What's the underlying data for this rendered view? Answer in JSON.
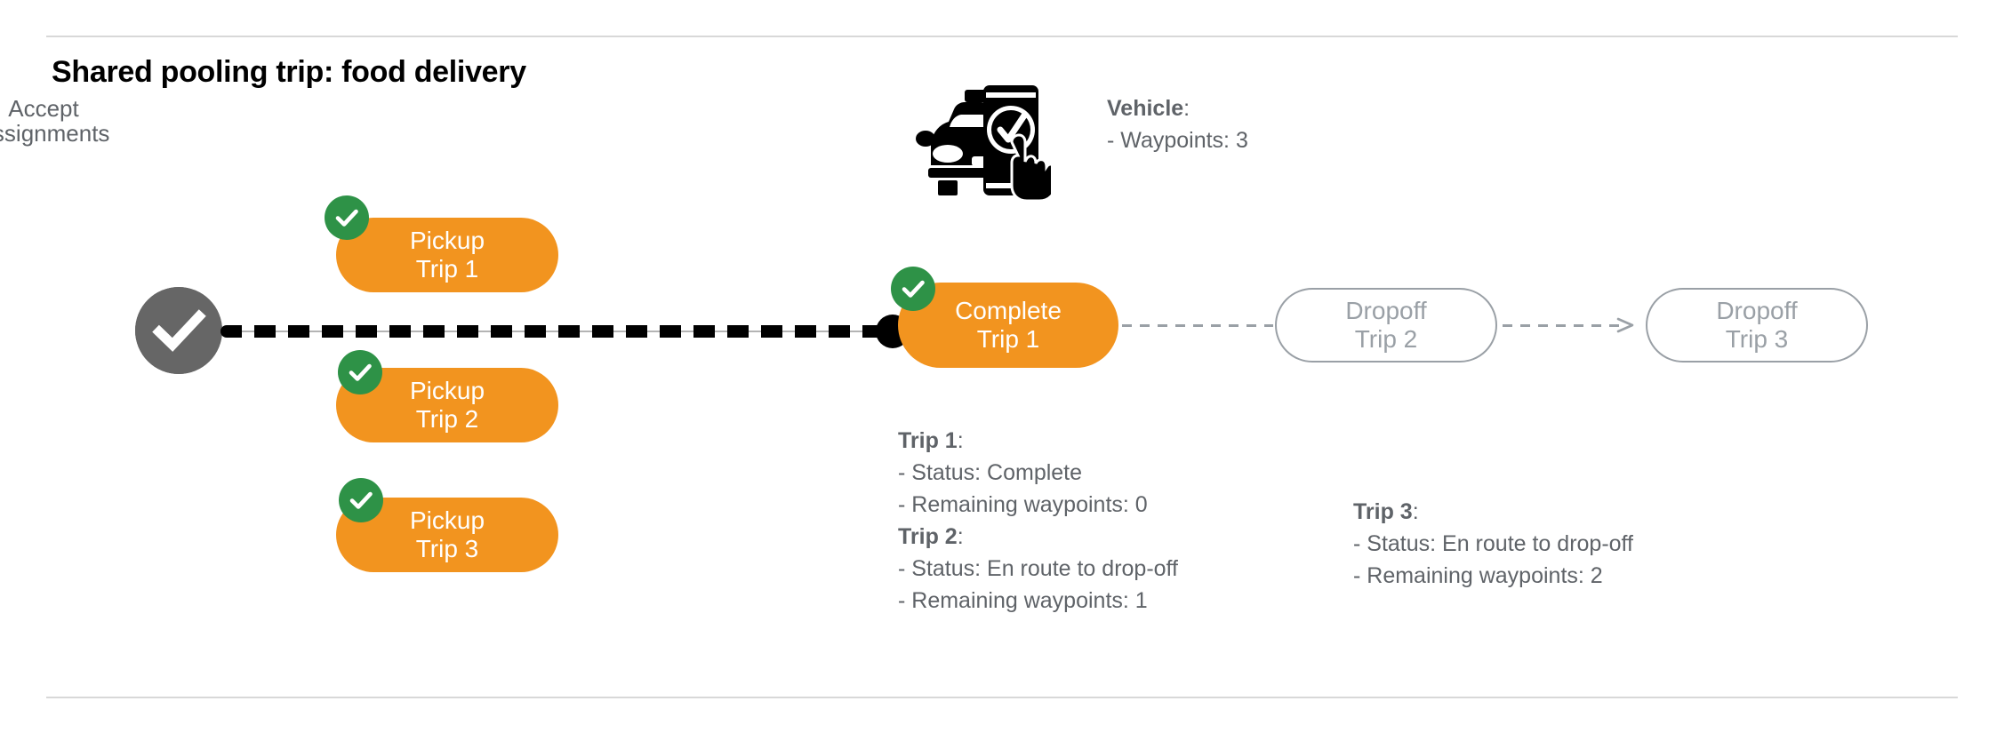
{
  "page": {
    "title": "Shared pooling trip: food delivery",
    "accent_orange": "#F2941F",
    "accent_green": "#2E9247",
    "gray_node": "#666666",
    "gray_text": "#5f6368",
    "gray_outline": "#9aa0a6",
    "rule_color": "#d8d8d8"
  },
  "accept_node": {
    "icon": "check-circle-icon",
    "label_line1": "Accept",
    "label_line2": "Assignments"
  },
  "pickup_pills": [
    {
      "line1": "Pickup",
      "line2": "Trip 1",
      "state": "complete",
      "badge": "check-badge-icon"
    },
    {
      "line1": "Pickup",
      "line2": "Trip 2",
      "state": "complete",
      "badge": "check-badge-icon"
    },
    {
      "line1": "Pickup",
      "line2": "Trip 3",
      "state": "complete",
      "badge": "check-badge-icon"
    }
  ],
  "complete_pill": {
    "line1": "Complete",
    "line2": "Trip 1",
    "state": "complete",
    "badge": "check-badge-icon"
  },
  "dropoff_pills": [
    {
      "line1": "Dropoff",
      "line2": "Trip 2",
      "state": "pending"
    },
    {
      "line1": "Dropoff",
      "line2": "Trip 3",
      "state": "pending"
    }
  ],
  "vehicle_info": {
    "icon": "car-phone-check-icon",
    "heading": "Vehicle",
    "heading_suffix": ":",
    "lines": [
      "- Waypoints: 3"
    ]
  },
  "trip_info_left": {
    "trip1": {
      "heading": "Trip 1",
      "heading_suffix": ":",
      "status_line": "- Status:  Complete",
      "waypoints_line": "- Remaining waypoints: 0"
    },
    "trip2": {
      "heading": "Trip 2",
      "heading_suffix": ":",
      "status_line": "- Status:  En route to drop-off",
      "waypoints_line": "- Remaining waypoints: 1"
    }
  },
  "trip_info_right": {
    "trip3": {
      "heading": "Trip 3",
      "heading_suffix": ":",
      "status_line": "- Status:  En route to drop-off",
      "waypoints_line": "- Remaining waypoints: 2"
    }
  }
}
